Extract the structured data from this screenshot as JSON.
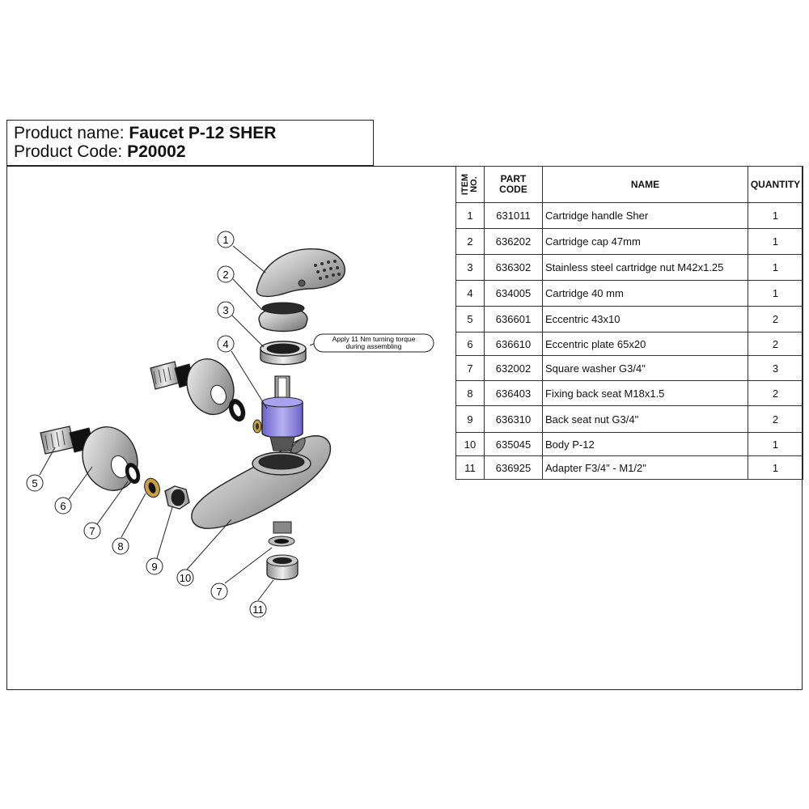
{
  "header": {
    "product_name_label": "Product name: ",
    "product_name_value": "Faucet P-12 SHER",
    "product_code_label": "Product Code: ",
    "product_code_value": "P20002"
  },
  "callout_note": {
    "line1": "Apply 11 Nm turning torque",
    "line2": "during assembling"
  },
  "balloons": [
    "1",
    "2",
    "3",
    "4",
    "5",
    "6",
    "7",
    "8",
    "9",
    "10",
    "7",
    "11"
  ],
  "table": {
    "headers": {
      "item_line1": "ITEM",
      "item_line2": "NO.",
      "part_code_line1": "PART",
      "part_code_line2": "CODE",
      "name": "NAME",
      "quantity": "QUANTITY"
    },
    "rows": [
      {
        "item": "1",
        "code": "631011",
        "name": "Cartridge handle Sher",
        "qty": "1"
      },
      {
        "item": "2",
        "code": "636202",
        "name": "Cartridge cap 47mm",
        "qty": "1"
      },
      {
        "item": "3",
        "code": "636302",
        "name": "Stainless steel cartridge nut  M42x1.25",
        "qty": "1"
      },
      {
        "item": "4",
        "code": "634005",
        "name": "Cartridge 40 mm",
        "qty": "1"
      },
      {
        "item": "5",
        "code": "636601",
        "name": "Eccentric 43x10",
        "qty": "2"
      },
      {
        "item": "6",
        "code": "636610",
        "name": "Eccentric plate 65x20",
        "qty": "2"
      },
      {
        "item": "7",
        "code": "632002",
        "name": "Square washer G3/4\"",
        "qty": "3"
      },
      {
        "item": "8",
        "code": "636403",
        "name": "Fixing back seat M18x1.5",
        "qty": "2"
      },
      {
        "item": "9",
        "code": "636310",
        "name": "Back seat nut G3/4\"",
        "qty": "2"
      },
      {
        "item": "10",
        "code": "635045",
        "name": "Body P-12",
        "qty": "1"
      },
      {
        "item": "11",
        "code": "636925",
        "name": "Adapter F3/4\" - M1/2\"",
        "qty": "1"
      }
    ]
  },
  "colors": {
    "cartridge": "#8f86e0",
    "metal_light": "#d9d9d9",
    "metal_dark": "#7a7a7a",
    "brass": "#c8a040",
    "outline": "#222222"
  }
}
